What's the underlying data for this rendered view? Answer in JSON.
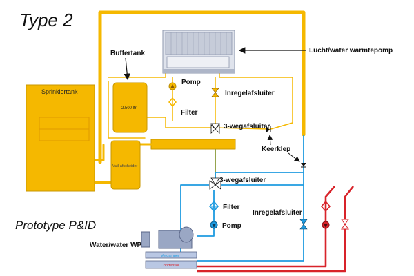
{
  "title": "Type 2",
  "subtitle": "Prototype P&ID",
  "components": {
    "sprinklertank": "Sprinklertank",
    "buffertank": "Buffertank",
    "buffer_volume": "2.500 ltr",
    "vuil_afscheider": "Vuil-afscheider",
    "heat_pump_air": "Lucht/water warmtepomp",
    "heat_pump_water": "Water/water WP",
    "verdamper": "Verdamper",
    "condensor": "Condensor"
  },
  "labels": {
    "pomp_top": "Pomp",
    "filter_top": "Filter",
    "inregel_top": "Inregelafsluiter",
    "threeway_top": "3-wegafsluiter",
    "keerklep": "Keerklep",
    "threeway_mid": "3-wegafsluiter",
    "filter_bottom": "Filter",
    "pomp_bottom": "Pomp",
    "inregel_bottom": "Inregelafsluiter"
  },
  "colors": {
    "yellow": "#f5b800",
    "blue": "#1e9be0",
    "red": "#d8232a",
    "olive": "#8a9a3a",
    "steel": "#9aa7c4"
  }
}
